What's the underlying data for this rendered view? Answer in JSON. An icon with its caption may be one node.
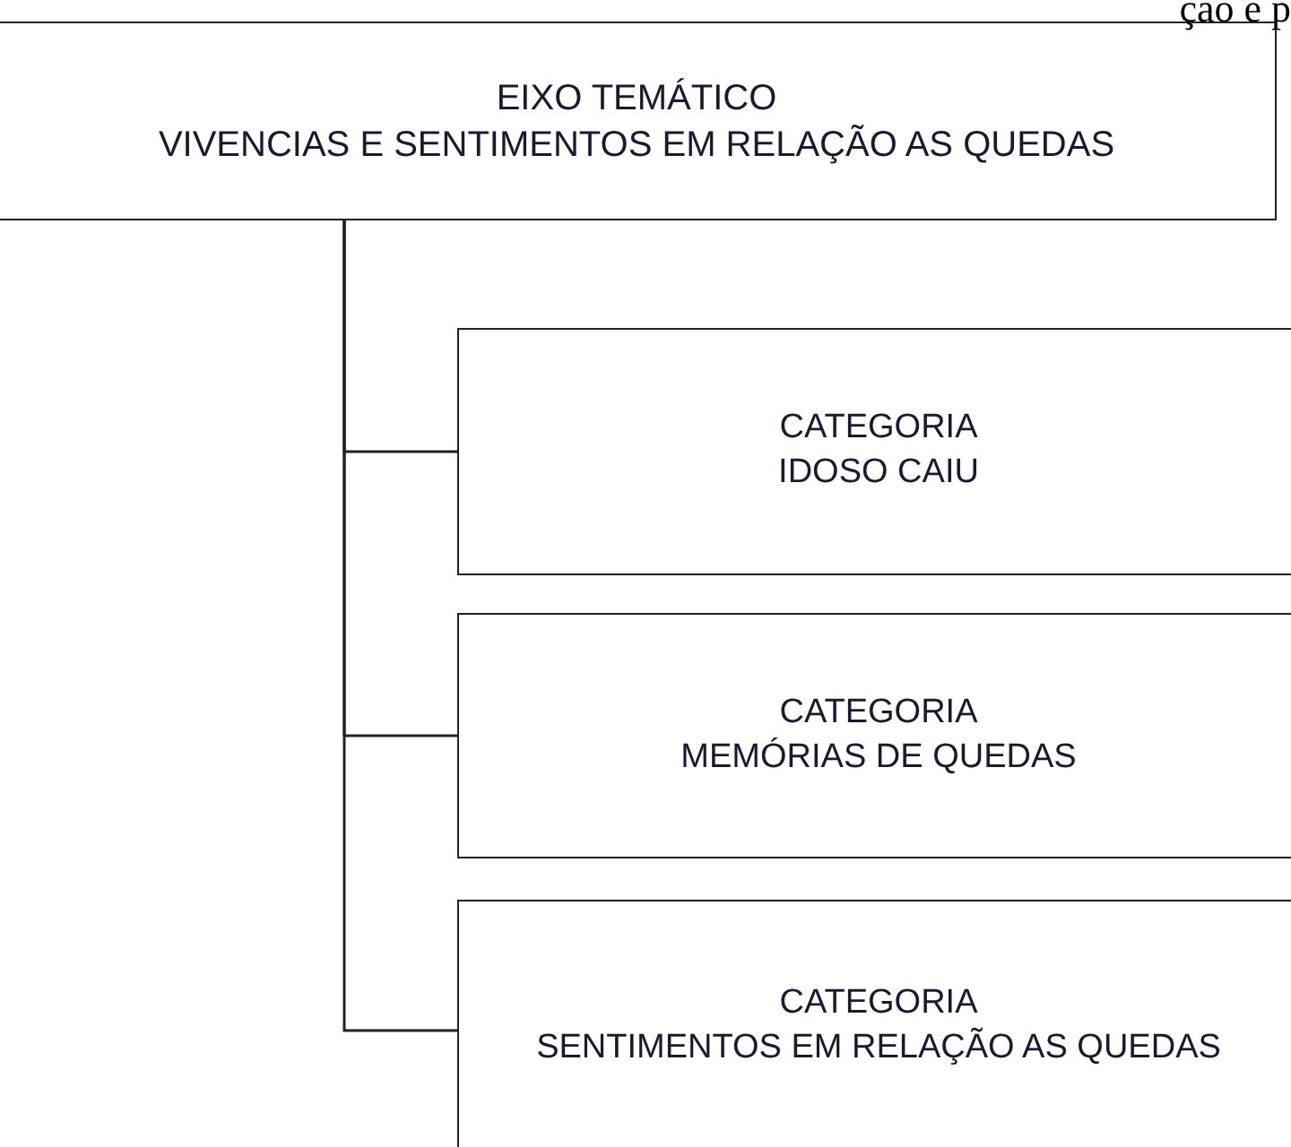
{
  "diagram": {
    "nodes": [
      {
        "text": [
          "EIXO TEMÁTICO",
          "VIVENCIAS E SENTIMENTOS EM RELAÇÃO AS QUEDAS"
        ]
      },
      {
        "text": [
          "CATEGORIA",
          "IDOSO CAIU"
        ]
      },
      {
        "text": [
          "CATEGORIA",
          "MEMÓRIAS DE QUEDAS"
        ]
      },
      {
        "text": [
          "CATEGORIA",
          "SENTIMENTOS EM RELAÇÃO AS QUEDAS"
        ]
      }
    ],
    "edges": [
      {
        "from": 0,
        "to": 1,
        "arrow": "none"
      },
      {
        "from": 0,
        "to": 2,
        "arrow": "none"
      },
      {
        "from": 0,
        "to": 3,
        "arrow": "none"
      }
    ],
    "labels": [
      "ção e p"
    ]
  }
}
